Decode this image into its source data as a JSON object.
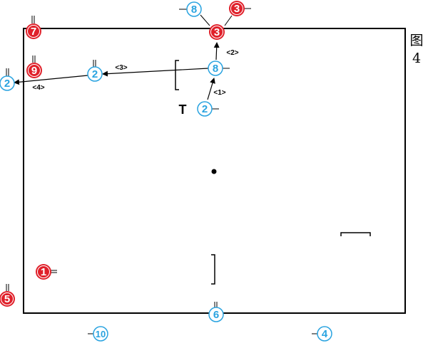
{
  "figure": {
    "label_char": "图",
    "label_num": "4"
  },
  "marker_glyph": "T",
  "colors": {
    "blue": "#29a3e0",
    "red": "#e0202a",
    "red_ring": "#ffffff",
    "line": "#000000"
  },
  "players": {
    "blue_2_outside": "2",
    "blue_2_left": "2",
    "blue_8_center": "8",
    "blue_2_center": "2",
    "blue_8_top": "8",
    "blue_6_bottom": "6",
    "blue_10_below": "10",
    "blue_4_below": "4",
    "red_3_top": "3",
    "red_3_topright": "3",
    "red_7_corner": "7",
    "red_9_left": "9",
    "red_1_left": "1",
    "red_5_corner": "5"
  },
  "pass_tags": {
    "pass_1": "<1>",
    "pass_2": "<2>",
    "pass_3": "<3>",
    "pass_4": "<4>"
  }
}
